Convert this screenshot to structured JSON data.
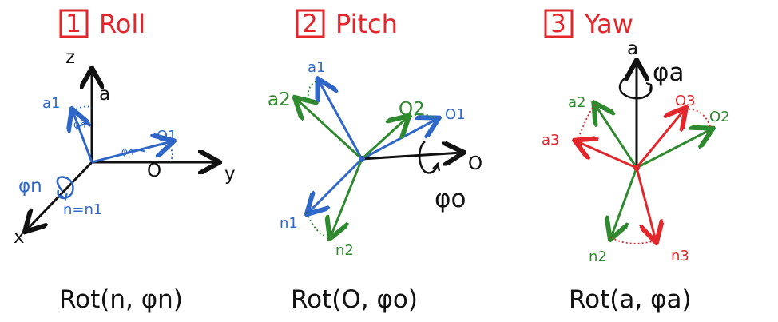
{
  "colors": {
    "red": "#e3262b",
    "blue": "#2f67c8",
    "green": "#2f8a2f",
    "black": "#111111"
  },
  "panels": [
    {
      "index": "1",
      "title": "Roll",
      "formula": "Rot(n, φn)",
      "labels": {
        "z": "z",
        "a": "a",
        "a1": "a1",
        "phi_a": "φn",
        "o1": "O1",
        "phi_o": "φn",
        "o": "O",
        "y": "y",
        "phi_n": "φn",
        "n": "n=n1",
        "x": "x"
      }
    },
    {
      "index": "2",
      "title": "Pitch",
      "formula": "Rot(O, φo)",
      "labels": {
        "a1": "a1",
        "a2": "a2",
        "o2": "O2",
        "o1": "O1",
        "o": "O",
        "phi_o": "φo",
        "n1": "n1",
        "n2": "n2"
      }
    },
    {
      "index": "3",
      "title": "Yaw",
      "formula": "Rot(a, φa)",
      "labels": {
        "a": "a",
        "phi_a": "φa",
        "a2": "a2",
        "a3": "a3",
        "o3": "O3",
        "o2": "O2",
        "n2": "n2",
        "n3": "n3"
      }
    }
  ]
}
